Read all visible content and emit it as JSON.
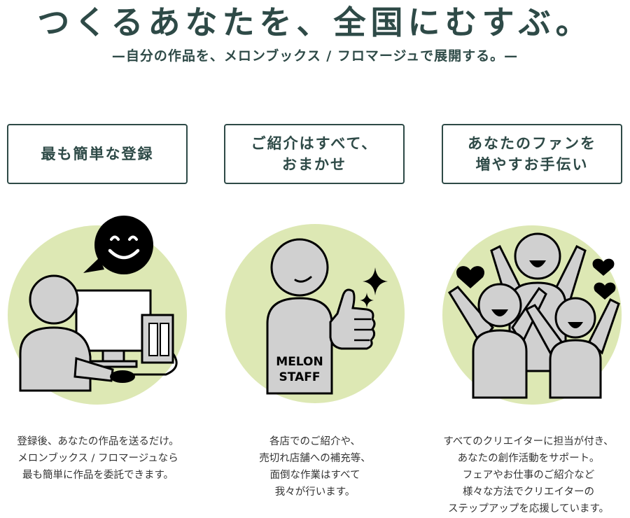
{
  "header": {
    "headline": "つくるあなたを、全国にむすぶ。",
    "subline": "—自分の作品を、メロンブックス / フロマージュで展開する。—"
  },
  "features": [
    {
      "title": "最も簡単な登録",
      "description": "登録後、あなたの作品を送るだけ。\nメロンブックス / フロマージュなら\n最も簡単に作品を委託できます。"
    },
    {
      "title": "ご紹介はすべて、\nおまかせ",
      "description": "各店でのご紹介や、\n売切れ店舗への補充等、\n面倒な作業はすべて\n我々が行います。",
      "badge": "MELON\nSTAFF"
    },
    {
      "title": "あなたのファンを\n増やすお手伝い",
      "description": "すべてのクリエイターに担当が付き、\nあなたの創作活動をサポート。\nフェアやお仕事のご紹介など\n様々な方法でクリエイターの\nステップアップを応援しています。"
    }
  ],
  "colors": {
    "brand_dark": "#2e4a47",
    "circle_green": "#dde8b4",
    "figure_gray": "#d0d0d0",
    "line_black": "#000000"
  },
  "icons": [
    "smiley-face-icon",
    "computer-user-icon",
    "staff-thumbs-up-icon",
    "sparkle-icon",
    "cheering-crowd-icon",
    "heart-icon"
  ]
}
